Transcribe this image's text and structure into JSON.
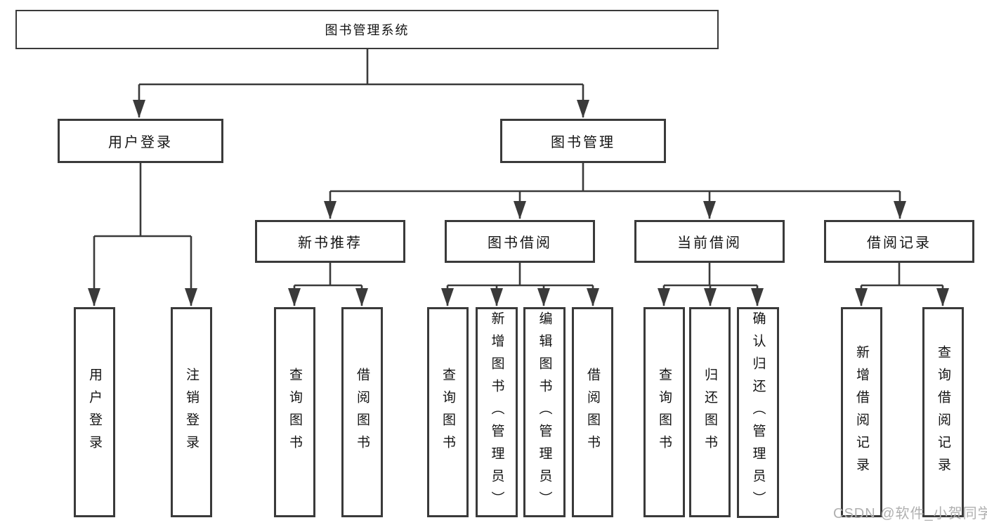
{
  "colors": {
    "line": "#3a3a3a",
    "box_border": "#3a3a3a",
    "box_fill": "#ffffff",
    "text": "#141414",
    "watermark": "#b0b0b0",
    "background": "#ffffff"
  },
  "watermark": {
    "text": "CSDN @软件_小贺同学"
  },
  "tree": {
    "root": {
      "label": "图书管理系统",
      "children": [
        {
          "label": "用户登录",
          "children": [
            {
              "label": "用户登录"
            },
            {
              "label": "注销登录"
            }
          ]
        },
        {
          "label": "图书管理",
          "children": [
            {
              "label": "新书推荐",
              "children": [
                {
                  "label": "查询图书"
                },
                {
                  "label": "借阅图书"
                }
              ]
            },
            {
              "label": "图书借阅",
              "children": [
                {
                  "label": "查询图书"
                },
                {
                  "label": "新增图书（管理员）"
                },
                {
                  "label": "编辑图书（管理员）"
                },
                {
                  "label": "借阅图书"
                }
              ]
            },
            {
              "label": "当前借阅",
              "children": [
                {
                  "label": "查询图书"
                },
                {
                  "label": "归还图书"
                },
                {
                  "label": "确认归还（管理员）"
                }
              ]
            },
            {
              "label": "借阅记录",
              "children": [
                {
                  "label": "新增借阅记录"
                },
                {
                  "label": "查询借阅记录"
                }
              ]
            }
          ]
        }
      ]
    }
  }
}
